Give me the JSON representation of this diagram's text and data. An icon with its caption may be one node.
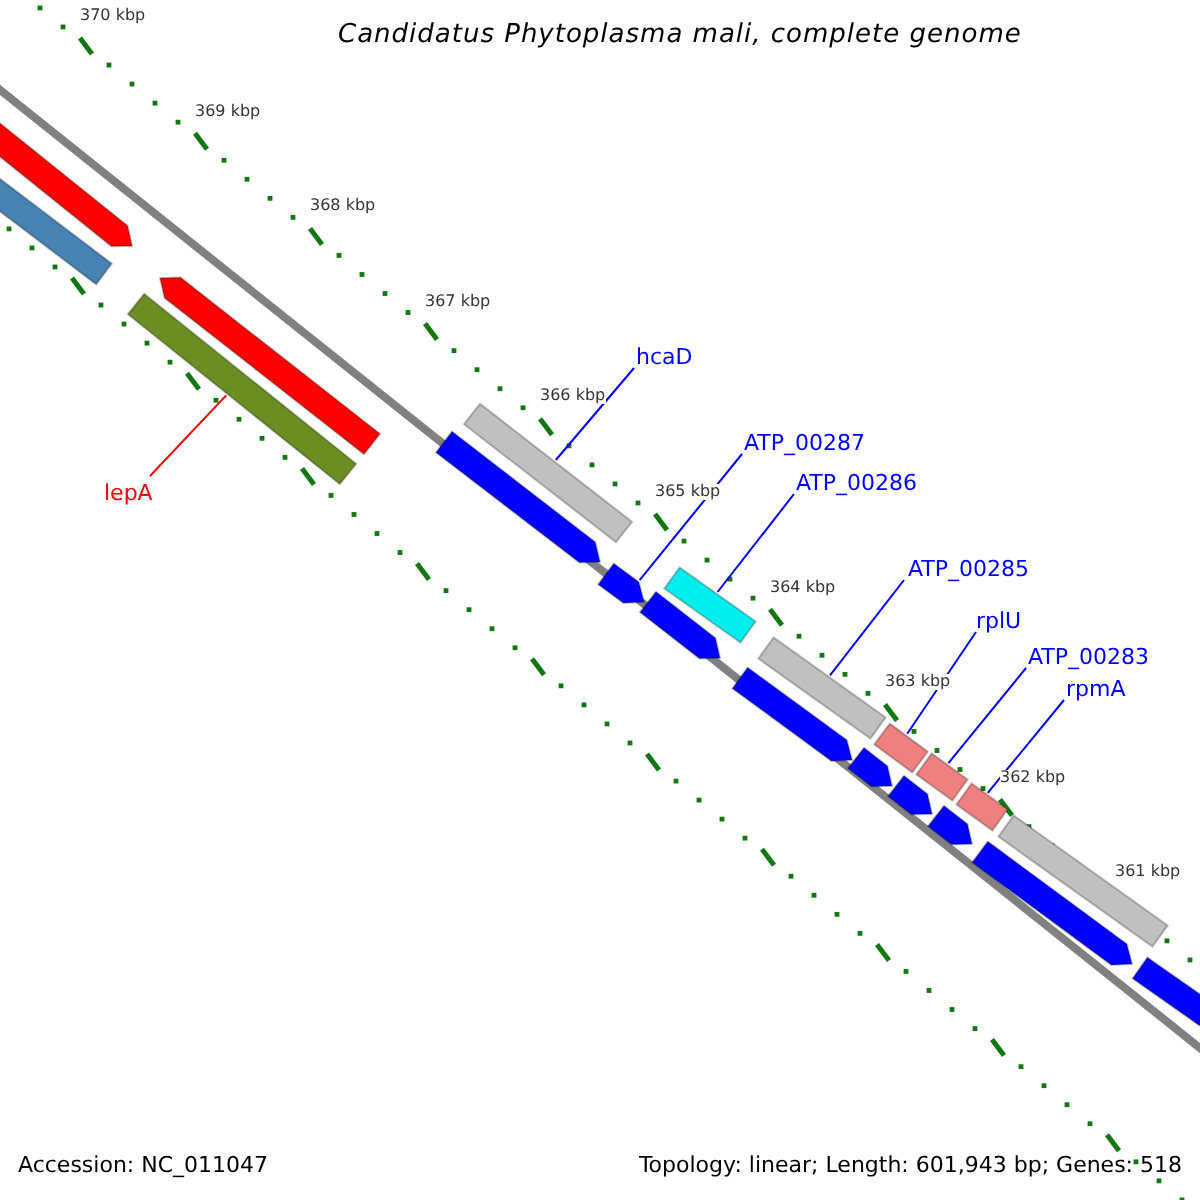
{
  "diagram": {
    "title": "Candidatus Phytoplasma mali, complete genome",
    "nodes": [
      {
        "text": [],
        "shape": "arrow"
      },
      {
        "text": [],
        "shape": "bar"
      },
      {
        "text": [],
        "shape": "arrow"
      },
      {
        "text": [],
        "shape": "bar"
      },
      {
        "text": [],
        "shape": "bar"
      },
      {
        "text": [],
        "shape": "arrow"
      },
      {
        "text": [],
        "shape": "arrow"
      },
      {
        "text": [],
        "shape": "bar"
      },
      {
        "text": [],
        "shape": "arrow"
      },
      {
        "text": [],
        "shape": "bar"
      },
      {
        "text": [],
        "shape": "arrow"
      },
      {
        "text": [],
        "shape": "bar"
      },
      {
        "text": [],
        "shape": "bar"
      },
      {
        "text": [],
        "shape": "bar"
      },
      {
        "text": [],
        "shape": "arrow"
      },
      {
        "text": [],
        "shape": "arrow"
      },
      {
        "text": [],
        "shape": "arrow"
      },
      {
        "text": [],
        "shape": "bar"
      },
      {
        "text": [],
        "shape": "arrow"
      },
      {
        "text": [],
        "shape": "arrow"
      },
      {
        "text": [
          "lepA"
        ]
      },
      {
        "text": [
          "hcaD"
        ]
      },
      {
        "text": [
          "ATP_00287"
        ]
      },
      {
        "text": [
          "ATP_00286"
        ]
      },
      {
        "text": [
          "ATP_00285"
        ]
      },
      {
        "text": [
          "rplU"
        ]
      },
      {
        "text": [
          "ATP_00283"
        ]
      },
      {
        "text": [
          "rpmA"
        ]
      }
    ],
    "edges": [
      {
        "from": 20,
        "to": 3,
        "arrow": "none",
        "color": "#ff0000"
      },
      {
        "from": 21,
        "to": 4,
        "arrow": "none"
      },
      {
        "from": 22,
        "to": 6,
        "arrow": "none"
      },
      {
        "from": 23,
        "to": 7,
        "arrow": "none"
      },
      {
        "from": 24,
        "to": 9,
        "arrow": "none"
      },
      {
        "from": 25,
        "to": 11,
        "arrow": "none"
      },
      {
        "from": 26,
        "to": 12,
        "arrow": "none"
      },
      {
        "from": 27,
        "to": 13,
        "arrow": "none"
      }
    ],
    "labels": [
      "370 kbp",
      "369 kbp",
      "368 kbp",
      "367 kbp",
      "366 kbp",
      "365 kbp",
      "364 kbp",
      "363 kbp",
      "362 kbp",
      "361 kbp",
      "Accession: NC_011047",
      "Topology: linear; Length: 601,943 bp; Genes: 518"
    ]
  }
}
